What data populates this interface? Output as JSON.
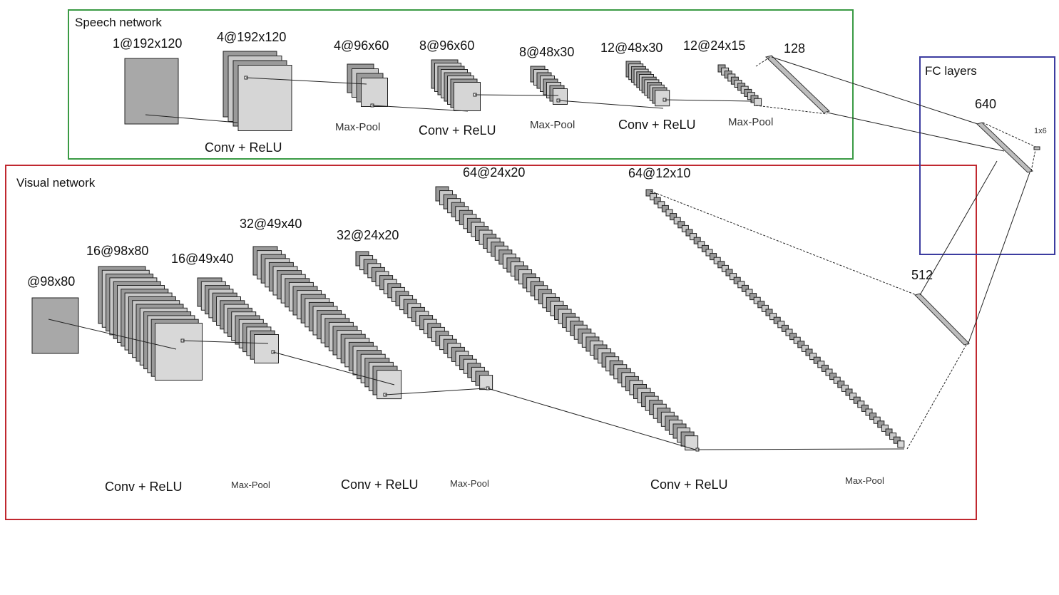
{
  "colors": {
    "speech": "#3a9a44",
    "visual": "#c0282f",
    "fc": "#3c3ca0"
  },
  "regions": {
    "speech": {
      "title": "Speech network"
    },
    "visual": {
      "title": "Visual network"
    },
    "fc": {
      "title": "FC layers"
    }
  },
  "speech": {
    "dims": [
      "1@192x120",
      "4@192x120",
      "4@96x60",
      "8@96x60",
      "8@48x30",
      "12@48x30",
      "12@24x15",
      "128"
    ],
    "ops": [
      "Conv + ReLU",
      "Max-Pool",
      "Conv + ReLU",
      "Max-Pool",
      "Conv + ReLU",
      "Max-Pool"
    ]
  },
  "visual": {
    "dims": [
      "@98x80",
      "16@98x80",
      "16@49x40",
      "32@49x40",
      "32@24x20",
      "64@24x20",
      "64@12x10",
      "512"
    ],
    "ops": [
      "Conv + ReLU",
      "Max-Pool",
      "Conv + ReLU",
      "Max-Pool",
      "Conv + ReLU",
      "Max-Pool"
    ]
  },
  "fc": {
    "dims": [
      "640",
      "1x6"
    ]
  }
}
